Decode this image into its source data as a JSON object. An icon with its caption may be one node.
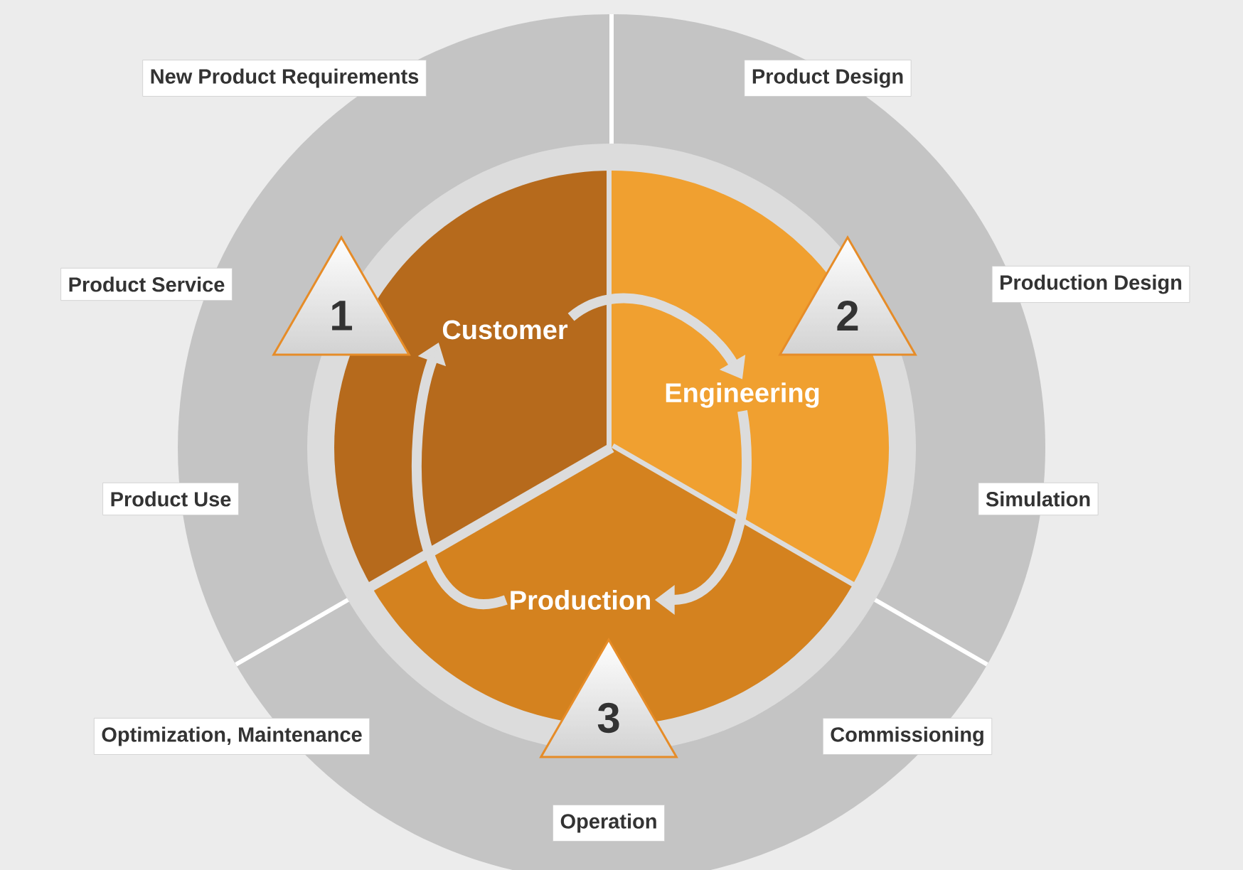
{
  "diagram": {
    "nodes": [
      {
        "text": [
          "Customer"
        ]
      },
      {
        "text": [
          "Engineering"
        ]
      },
      {
        "text": [
          "Production"
        ]
      },
      {
        "text": [
          "1"
        ]
      },
      {
        "text": [
          "2"
        ]
      },
      {
        "text": [
          "3"
        ]
      },
      {
        "text": [
          "New Product Requirements"
        ]
      },
      {
        "text": [
          "Product Design"
        ]
      },
      {
        "text": [
          "Product Service"
        ]
      },
      {
        "text": [
          "Production Design"
        ]
      },
      {
        "text": [
          "Product Use"
        ]
      },
      {
        "text": [
          "Simulation"
        ]
      },
      {
        "text": [
          "Optimization, Maintenance"
        ]
      },
      {
        "text": [
          "Commissioning"
        ]
      },
      {
        "text": [
          "Operation"
        ]
      }
    ],
    "edges": [
      {
        "from": 0,
        "to": 1,
        "arrow": "to"
      },
      {
        "from": 1,
        "to": 2,
        "arrow": "to"
      },
      {
        "from": 2,
        "to": 0,
        "arrow": "to"
      }
    ]
  }
}
